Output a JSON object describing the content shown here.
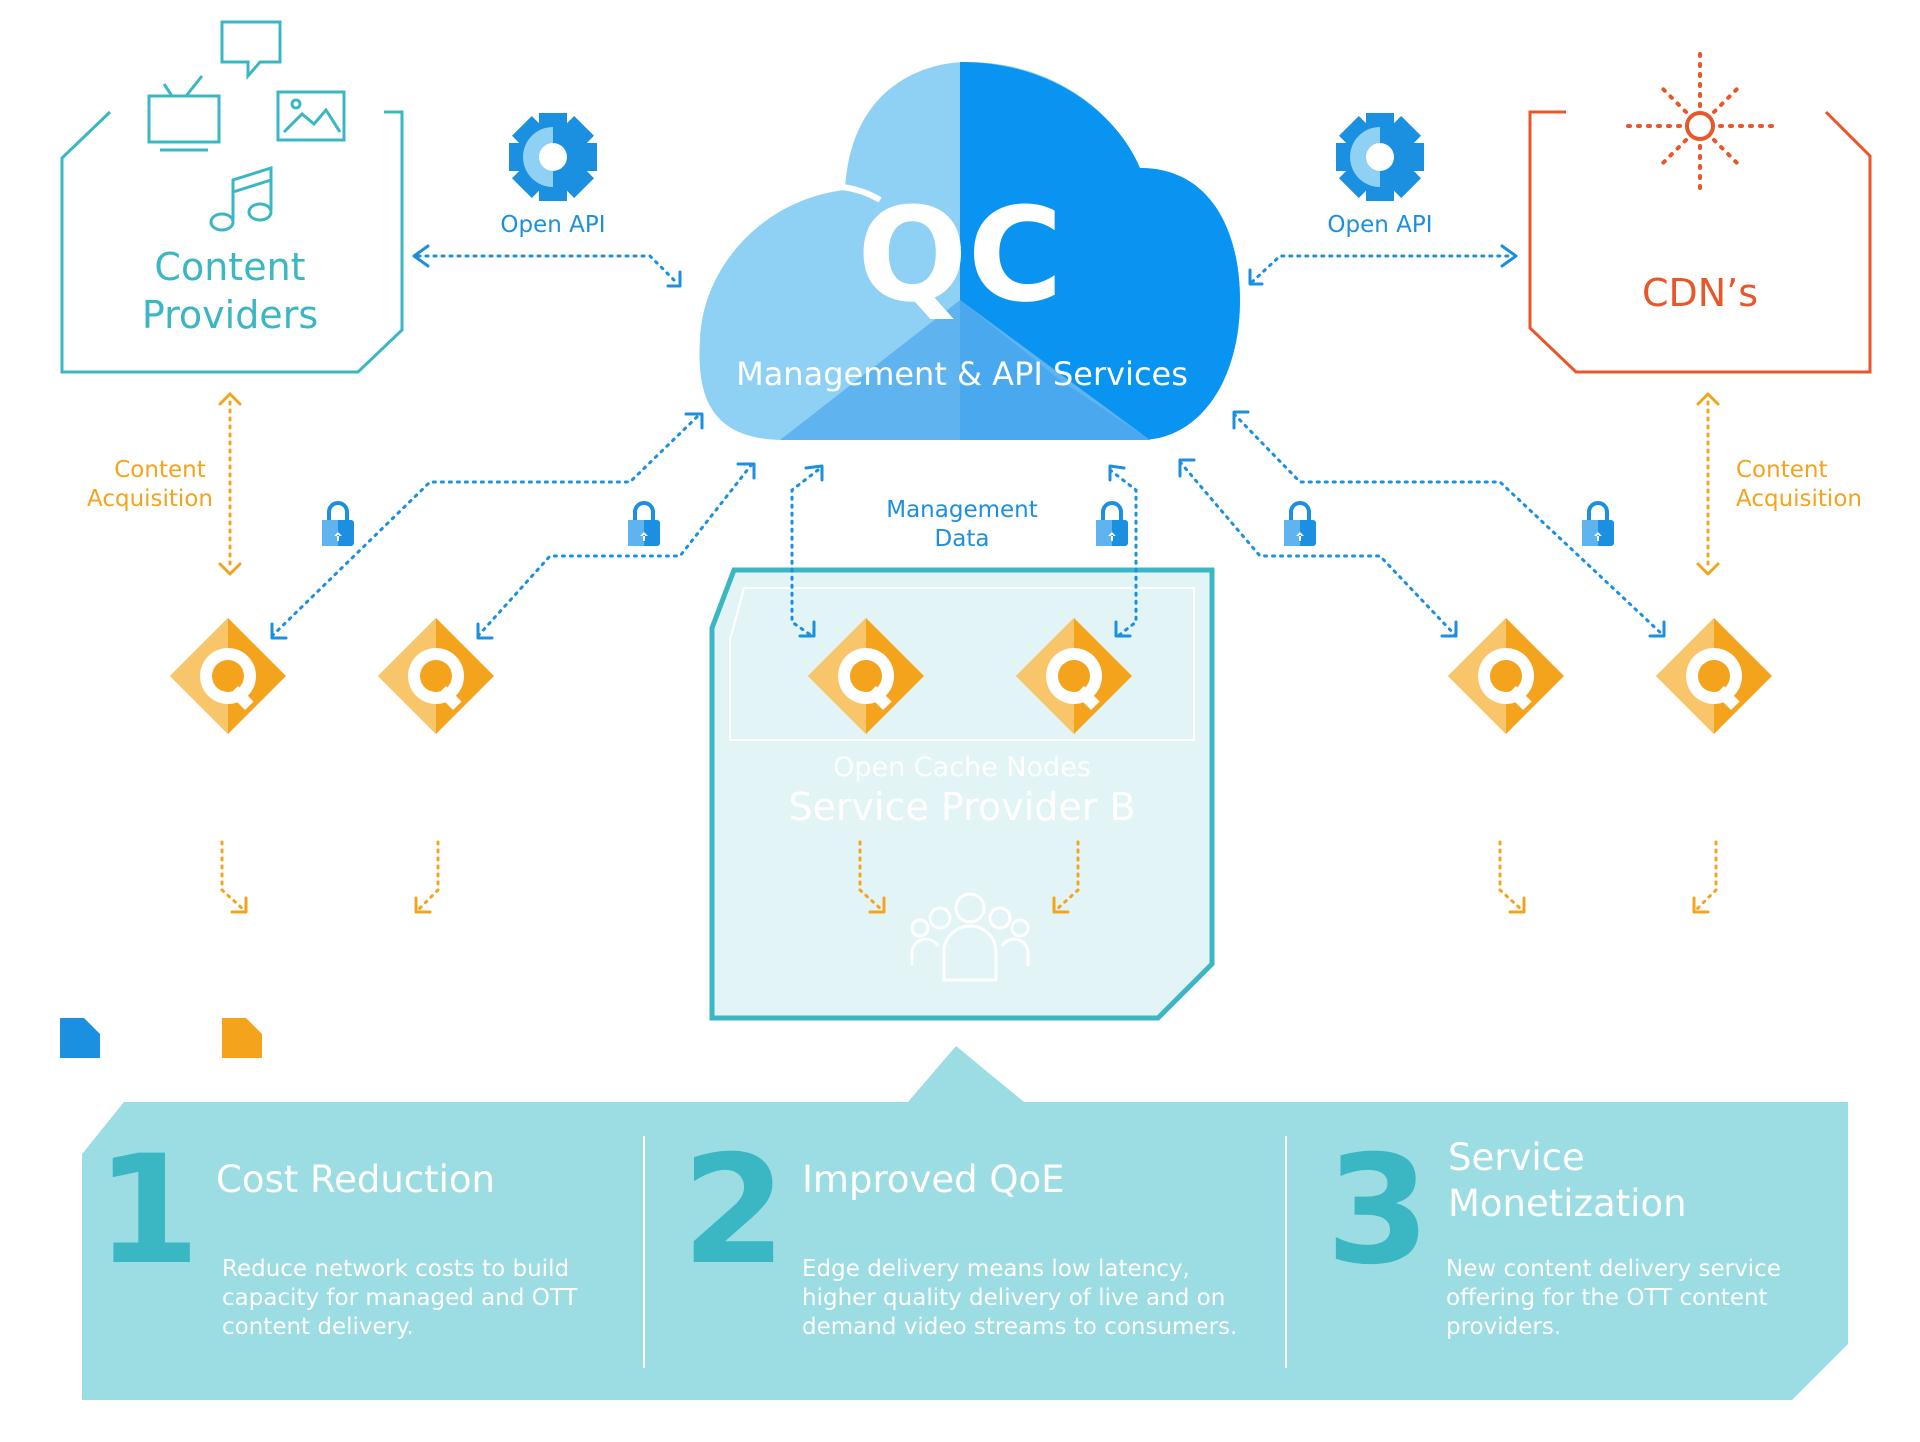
{
  "content_providers": {
    "line1": "Content",
    "line2": "Providers"
  },
  "cdns": {
    "label": "CDN’s"
  },
  "cloud": {
    "logo": "QC",
    "label": "Management & API Services"
  },
  "open_api_left": "Open API",
  "open_api_right": "Open API",
  "content_acquisition_left": {
    "line1": "Content",
    "line2": "Acquisition"
  },
  "content_acquisition_right": {
    "line1": "Content",
    "line2": "Acquisition"
  },
  "management_data": {
    "line1": "Management",
    "line2": "Data"
  },
  "service_provider_b": {
    "subtitle": "Open Cache Nodes",
    "title": "Service Provider B"
  },
  "benefits": [
    {
      "number": "1",
      "title_line1": "Cost Reduction",
      "title_line2": "",
      "desc_line1": "Reduce network costs to build",
      "desc_line2": "capacity for managed and OTT",
      "desc_line3": "content delivery."
    },
    {
      "number": "2",
      "title_line1": "Improved QoE",
      "title_line2": "",
      "desc_line1": "Edge delivery means low latency,",
      "desc_line2": "higher quality delivery of live and on",
      "desc_line3": "demand video streams to consumers."
    },
    {
      "number": "3",
      "title_line1": "Service",
      "title_line2": "Monetization",
      "desc_line1": "New content delivery service",
      "desc_line2": "offering for the OTT content",
      "desc_line3": "providers."
    }
  ],
  "colors": {
    "teal": "#3ab7c3",
    "blue": "#1b8fe0",
    "light_blue": "#8fd0f5",
    "orange": "#f4a31d",
    "red": "#e8572a",
    "panel": "#9cdce3"
  }
}
